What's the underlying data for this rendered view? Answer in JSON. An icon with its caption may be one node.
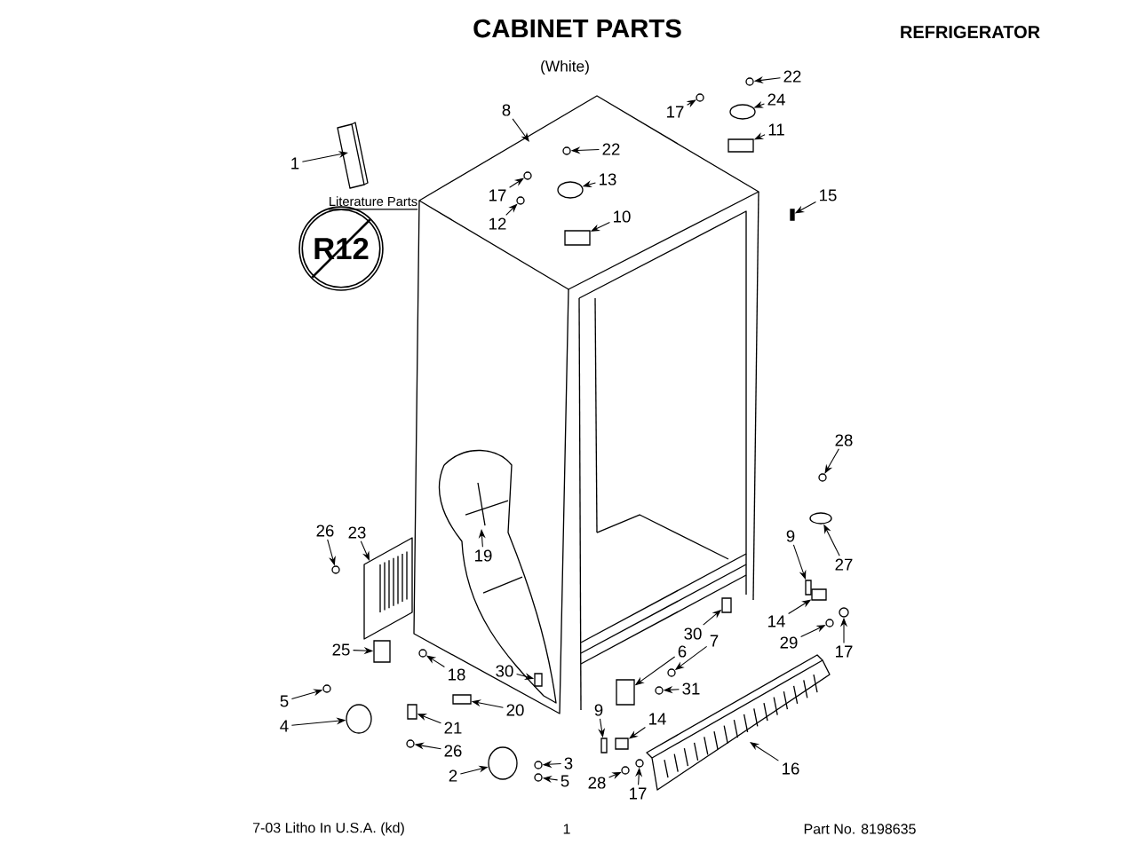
{
  "diagram": {
    "title": "CABINET PARTS",
    "nodes": [
      {
        "text": [
          "22"
        ]
      },
      {
        "text": [
          "17"
        ]
      },
      {
        "text": [
          "24"
        ]
      },
      {
        "text": [
          "8"
        ]
      },
      {
        "text": [
          "11"
        ]
      },
      {
        "text": [
          "22"
        ]
      },
      {
        "text": [
          "1"
        ]
      },
      {
        "text": [
          "13"
        ]
      },
      {
        "text": [
          "17"
        ]
      },
      {
        "text": [
          "15"
        ]
      },
      {
        "text": [
          "10"
        ]
      },
      {
        "text": [
          "12"
        ]
      },
      {
        "text": [
          "R12"
        ]
      },
      {
        "text": [
          "28"
        ]
      },
      {
        "text": [
          "26"
        ]
      },
      {
        "text": [
          "23"
        ]
      },
      {
        "text": [
          "9"
        ]
      },
      {
        "text": [
          "19"
        ]
      },
      {
        "text": [
          "27"
        ]
      },
      {
        "text": [
          "14"
        ]
      },
      {
        "text": [
          "30"
        ]
      },
      {
        "text": [
          "29"
        ]
      },
      {
        "text": [
          "6"
        ]
      },
      {
        "text": [
          "25"
        ]
      },
      {
        "text": [
          "17"
        ]
      },
      {
        "text": [
          "7"
        ]
      },
      {
        "text": [
          "18"
        ]
      },
      {
        "text": [
          "30"
        ]
      },
      {
        "text": [
          "31"
        ]
      },
      {
        "text": [
          "5"
        ]
      },
      {
        "text": [
          "20"
        ]
      },
      {
        "text": [
          "9"
        ]
      },
      {
        "text": [
          "4"
        ]
      },
      {
        "text": [
          "14"
        ]
      },
      {
        "text": [
          "21"
        ]
      },
      {
        "text": [
          "26"
        ]
      },
      {
        "text": [
          "3"
        ]
      },
      {
        "text": [
          "16"
        ]
      },
      {
        "text": [
          "2"
        ]
      },
      {
        "text": [
          "5"
        ]
      },
      {
        "text": [
          "28"
        ]
      },
      {
        "text": [
          "17"
        ]
      },
      {
        "text": [],
        "shape": "circle"
      },
      {
        "text": [],
        "shape": "circle"
      },
      {
        "text": [],
        "shape": "circle"
      },
      {
        "text": [],
        "shape": "box"
      },
      {
        "text": [],
        "shape": "circle"
      },
      {
        "text": [],
        "shape": "circle"
      },
      {
        "text": [],
        "shape": "circle"
      },
      {
        "text": [],
        "shape": "bar"
      },
      {
        "text": [],
        "shape": "box"
      },
      {
        "text": [],
        "shape": "circle"
      },
      {
        "text": [],
        "shape": "circle"
      },
      {
        "text": [],
        "shape": "circle"
      },
      {
        "text": [],
        "shape": "box"
      },
      {
        "text": [],
        "shape": "circle"
      },
      {
        "text": [],
        "shape": "box"
      },
      {
        "text": [],
        "shape": "box"
      },
      {
        "text": [],
        "shape": "circle"
      },
      {
        "text": [],
        "shape": "box"
      },
      {
        "text": [],
        "shape": "box"
      },
      {
        "text": [],
        "shape": "circle"
      },
      {
        "text": [],
        "shape": "circle"
      },
      {
        "text": [],
        "shape": "circle"
      },
      {
        "text": [],
        "shape": "box"
      },
      {
        "text": [],
        "shape": "circle"
      },
      {
        "text": [],
        "shape": "circle"
      },
      {
        "text": [],
        "shape": "box"
      },
      {
        "text": [],
        "shape": "box"
      },
      {
        "text": [],
        "shape": "circle"
      },
      {
        "text": [],
        "shape": "box"
      },
      {
        "text": [],
        "shape": "box"
      },
      {
        "text": [],
        "shape": "circle"
      },
      {
        "text": [],
        "shape": "circle"
      },
      {
        "text": [],
        "shape": "circle"
      },
      {
        "text": [],
        "shape": "circle"
      },
      {
        "text": [],
        "shape": "circle"
      },
      {
        "text": [],
        "shape": "circle"
      }
    ],
    "edges": [
      {
        "from": 0,
        "to": 42,
        "arrow": "to"
      },
      {
        "from": 1,
        "to": 43,
        "arrow": "to"
      },
      {
        "from": 2,
        "to": 44,
        "arrow": "to"
      },
      {
        "from": 3,
        "to": null,
        "arrow": "to"
      },
      {
        "from": 4,
        "to": 45,
        "arrow": "to"
      },
      {
        "from": 5,
        "to": 46,
        "arrow": "to"
      },
      {
        "from": 6,
        "to": null,
        "arrow": "to"
      },
      {
        "from": 7,
        "to": 47,
        "arrow": "to"
      },
      {
        "from": 8,
        "to": 48,
        "arrow": "to"
      },
      {
        "from": 9,
        "to": 49,
        "arrow": "to"
      },
      {
        "from": 10,
        "to": 50,
        "arrow": "to"
      },
      {
        "from": 11,
        "to": 51,
        "arrow": "to"
      },
      {
        "from": 13,
        "to": 52,
        "arrow": "to"
      },
      {
        "from": 14,
        "to": 53,
        "arrow": "to"
      },
      {
        "from": 15,
        "to": null,
        "arrow": "to"
      },
      {
        "from": 16,
        "to": 54,
        "arrow": "to"
      },
      {
        "from": 17,
        "to": null,
        "arrow": "to"
      },
      {
        "from": 18,
        "to": 55,
        "arrow": "to"
      },
      {
        "from": 19,
        "to": 56,
        "arrow": "to"
      },
      {
        "from": 20,
        "to": 57,
        "arrow": "to"
      },
      {
        "from": 21,
        "to": 58,
        "arrow": "to"
      },
      {
        "from": 22,
        "to": 59,
        "arrow": "to"
      },
      {
        "from": 23,
        "to": 60,
        "arrow": "to"
      },
      {
        "from": 24,
        "to": 61,
        "arrow": "to"
      },
      {
        "from": 25,
        "to": 62,
        "arrow": "to"
      },
      {
        "from": 26,
        "to": 63,
        "arrow": "to"
      },
      {
        "from": 27,
        "to": 64,
        "arrow": "to"
      },
      {
        "from": 28,
        "to": 65,
        "arrow": "to"
      },
      {
        "from": 29,
        "to": 66,
        "arrow": "to"
      },
      {
        "from": 30,
        "to": 67,
        "arrow": "to"
      },
      {
        "from": 31,
        "to": 68,
        "arrow": "to"
      },
      {
        "from": 32,
        "to": 69,
        "arrow": "to"
      },
      {
        "from": 33,
        "to": 70,
        "arrow": "to"
      },
      {
        "from": 34,
        "to": 71,
        "arrow": "to"
      },
      {
        "from": 35,
        "to": 72,
        "arrow": "to"
      },
      {
        "from": 36,
        "to": 73,
        "arrow": "to"
      },
      {
        "from": 37,
        "to": null,
        "arrow": "to"
      },
      {
        "from": 38,
        "to": 74,
        "arrow": "to"
      },
      {
        "from": 39,
        "to": 75,
        "arrow": "to"
      },
      {
        "from": 40,
        "to": 76,
        "arrow": "to"
      },
      {
        "from": 41,
        "to": 77,
        "arrow": "to"
      }
    ],
    "labels": [
      "(White)",
      "REFRIGERATOR",
      "Literature Parts",
      "7-03 Litho In U.S.A. (kd)",
      "1",
      "Part No. 8198635"
    ]
  }
}
